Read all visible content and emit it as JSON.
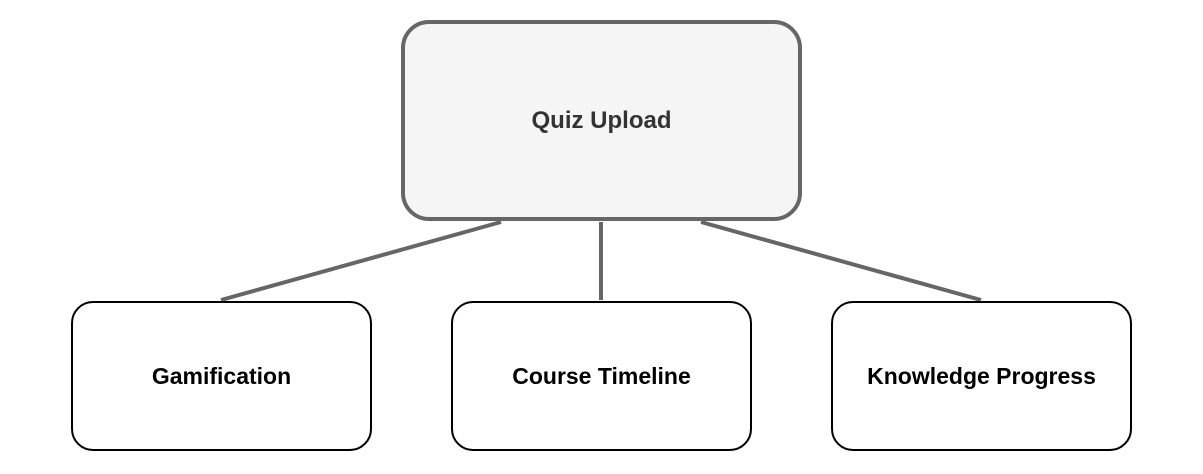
{
  "diagram": {
    "root": {
      "label": "Quiz Upload"
    },
    "children": [
      {
        "label": "Gamification"
      },
      {
        "label": "Course Timeline"
      },
      {
        "label": "Knowledge Progress"
      }
    ]
  },
  "colors": {
    "root_fill": "#f5f5f5",
    "root_border": "#666666",
    "connector": "#666666",
    "child_border": "#000000"
  }
}
